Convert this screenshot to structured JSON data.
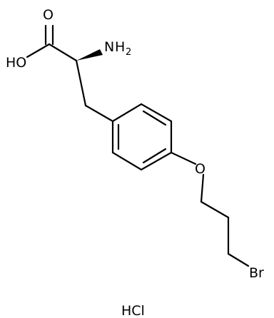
{
  "molecule": {
    "labels": {
      "carbonyl_O": "O",
      "hydroxyl": "HO",
      "amine_N": "N",
      "amine_H": "H",
      "amine_sub": "2",
      "ether_O": "O",
      "bromine": "Br",
      "salt": "HCl"
    }
  },
  "colors": {
    "ink": "#000000",
    "background": "#ffffff"
  }
}
